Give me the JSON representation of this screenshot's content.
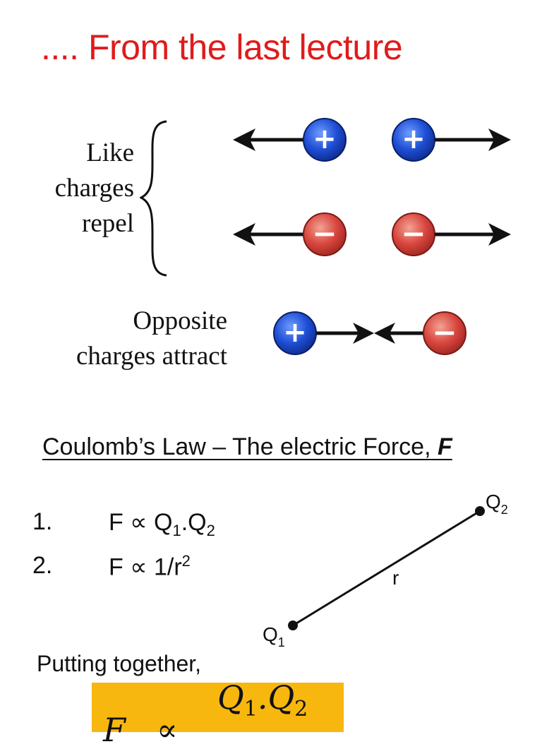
{
  "title": ".... From the last lecture",
  "like_charges": {
    "line1": "Like",
    "line2": "charges",
    "line3": "repel"
  },
  "opposite_charges": {
    "line1": "Opposite",
    "line2": "charges attract"
  },
  "charges": {
    "positive_symbol": "+",
    "negative_symbol": "−",
    "positive_color": "#1f4fd6",
    "negative_color": "#d9473f"
  },
  "law": {
    "heading": "Coulomb’s Law – The electric Force, ",
    "heading_var": "F"
  },
  "items": [
    {
      "num": "1.",
      "F": "F",
      "prop": "∝",
      "a": "Q",
      "a_sub": "1",
      "dot": ".",
      "b": "Q",
      "b_sub": "2"
    },
    {
      "num": "2.",
      "F": "F",
      "prop": "∝",
      "expr": "1/r",
      "exp": "2"
    }
  ],
  "diagram": {
    "q1": "Q",
    "q1_sub": "1",
    "q2": "Q",
    "q2_sub": "2",
    "r": "r"
  },
  "putting": "Putting together,",
  "formula": {
    "F": "F",
    "prop": "∝",
    "q1": "Q",
    "q1_sub": "1",
    "dot": ".",
    "q2": "Q",
    "q2_sub": "2",
    "bg": "#f7b70f"
  }
}
